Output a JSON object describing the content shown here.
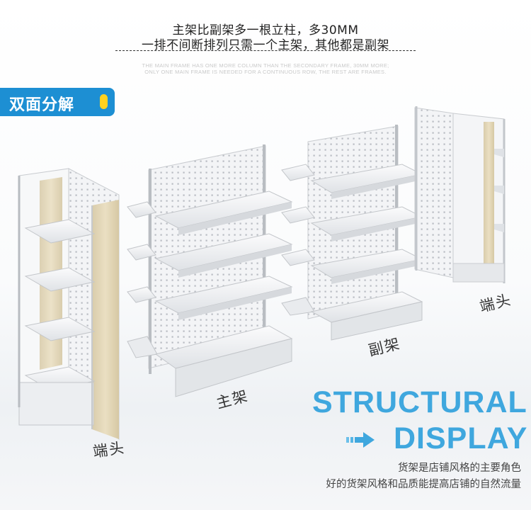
{
  "header": {
    "line1": "主架比副架多一根立柱，多30MM",
    "line2": "一排不间断排列只需一个主架，其他都是副架",
    "en_line1": "THE MAIN FRAME HAS ONE MORE COLUMN THAN THE SECONDARY FRAME, 30MM MORE;",
    "en_line2": "ONLY ONE MAIN FRAME IS NEEDED FOR A CONTINUOUS ROW, THE REST ARE FRAMES."
  },
  "badge": {
    "label": "双面分解",
    "accent": "#1d8fd3",
    "pill_color": "#ffd21f"
  },
  "labels": {
    "end_left": "端头",
    "main": "主架",
    "secondary": "副架",
    "end_right": "端头"
  },
  "titles": {
    "structural": "STRUCTURAL",
    "display": "DISPLAY",
    "color": "#3fa7de"
  },
  "footer": {
    "line1": "货架是店铺风格的主要角色",
    "line2": "好的货架风格和品质能提高店铺的自然流量"
  },
  "icons": [
    "arrow-right-icon"
  ]
}
